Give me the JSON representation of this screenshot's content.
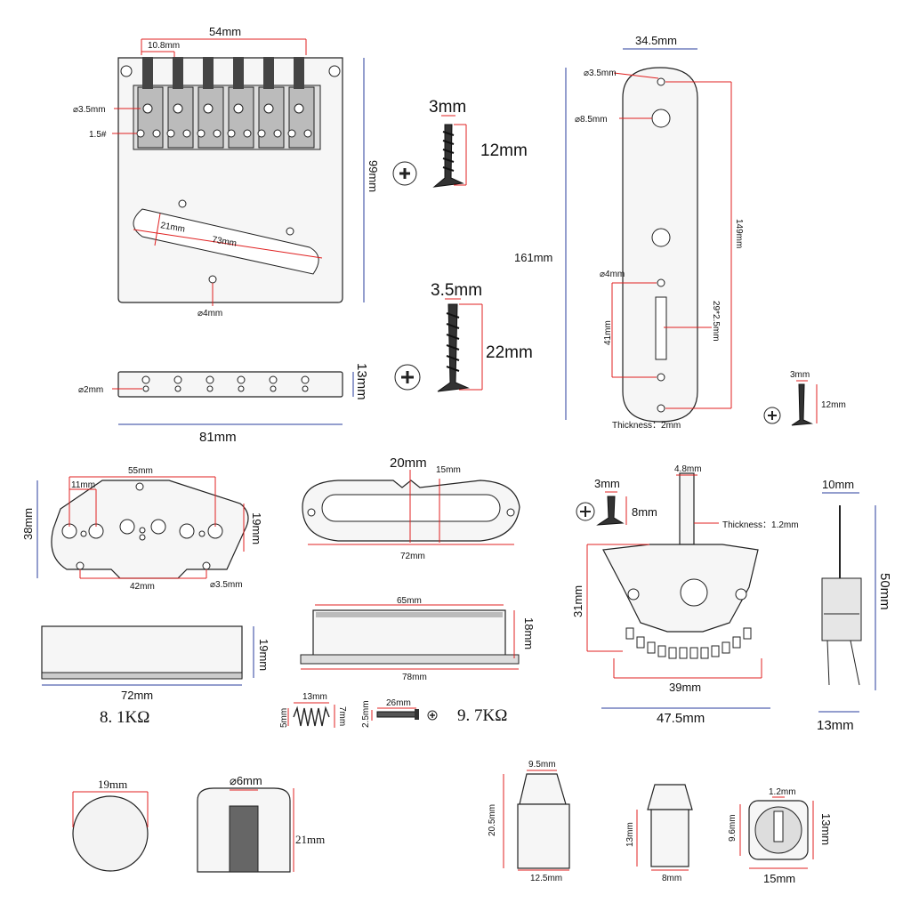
{
  "bridge": {
    "width": "54mm",
    "saddle_spacing": "10.8mm",
    "screw_hole": "⌀3.5mm",
    "screw_gauge": "1.5#",
    "height": "99mm",
    "slot_width": "21mm",
    "slot_length": "73mm",
    "mount_hole": "⌀4mm",
    "side_hole": "⌀2mm",
    "side_height": "13mm",
    "base_width": "81mm"
  },
  "screw_small": {
    "diameter": "3mm",
    "length": "12mm"
  },
  "screw_large": {
    "diameter": "3.5mm",
    "length": "22mm"
  },
  "control_plate": {
    "width": "34.5mm",
    "top_hole": "⌀3.5mm",
    "big_hole": "⌀8.5mm",
    "total_length": "161mm",
    "hole_span": "149mm",
    "small_hole": "⌀4mm",
    "slot_size": "29*2.5mm",
    "slot_offset": "41mm",
    "thickness": "Thickness：2mm",
    "screw_d": "3mm",
    "screw_l": "12mm"
  },
  "bridge_pickup": {
    "width": "55mm",
    "pole_spacing": "11mm",
    "height": "38mm",
    "top_height": "19mm",
    "mount_spacing": "42mm",
    "mount_hole": "⌀3.5mm",
    "cover_width": "72mm",
    "cover_height": "19mm",
    "resistance": "8. 1KΩ"
  },
  "neck_pickup": {
    "width": "20mm",
    "inner": "15mm",
    "length": "72mm",
    "cover_width": "65mm",
    "base_length": "78mm",
    "cover_height": "18mm",
    "resistance": "9. 7KΩ"
  },
  "spring": {
    "length": "13mm",
    "d1": "5mm",
    "d2": "7mm"
  },
  "pole_screw": {
    "length": "26mm",
    "d": "2.5mm"
  },
  "switch": {
    "tab_width": "4.8mm",
    "thickness": "Thickness：1.2mm",
    "screw_d": "3mm",
    "screw_l": "8mm",
    "body_height": "31mm",
    "body_width": "39mm",
    "total_width": "47.5mm",
    "side_depth": "10mm",
    "side_height": "50mm",
    "side_width": "13mm"
  },
  "knob": {
    "diameter": "19mm",
    "shaft": "⌀6mm",
    "height": "21mm"
  },
  "tip_a": {
    "top": "9.5mm",
    "height": "20.5mm",
    "bottom": "12.5mm"
  },
  "tip_b": {
    "height": "13mm",
    "bottom": "8mm"
  },
  "tip_c": {
    "slot": "1.2mm",
    "inner": "9.6mm",
    "height": "13mm",
    "width": "15mm"
  }
}
